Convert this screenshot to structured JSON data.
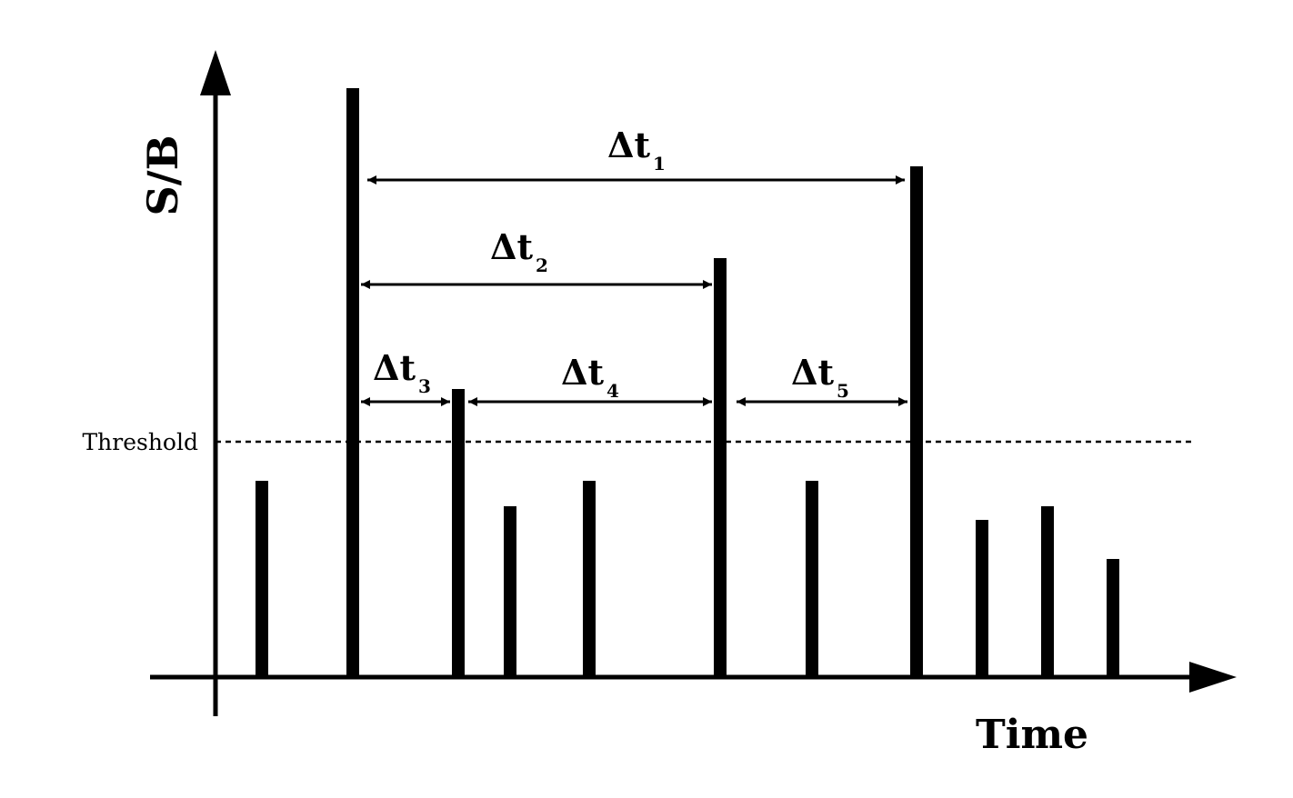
{
  "diagram": {
    "y_axis_label": "S/B",
    "x_axis_label": "Time",
    "threshold_label": "Threshold",
    "intervals": [
      {
        "symbol": "Δt",
        "sub": "1"
      },
      {
        "symbol": "Δt",
        "sub": "2"
      },
      {
        "symbol": "Δt",
        "sub": "3"
      },
      {
        "symbol": "Δt",
        "sub": "4"
      },
      {
        "symbol": "Δt",
        "sub": "5"
      }
    ]
  }
}
